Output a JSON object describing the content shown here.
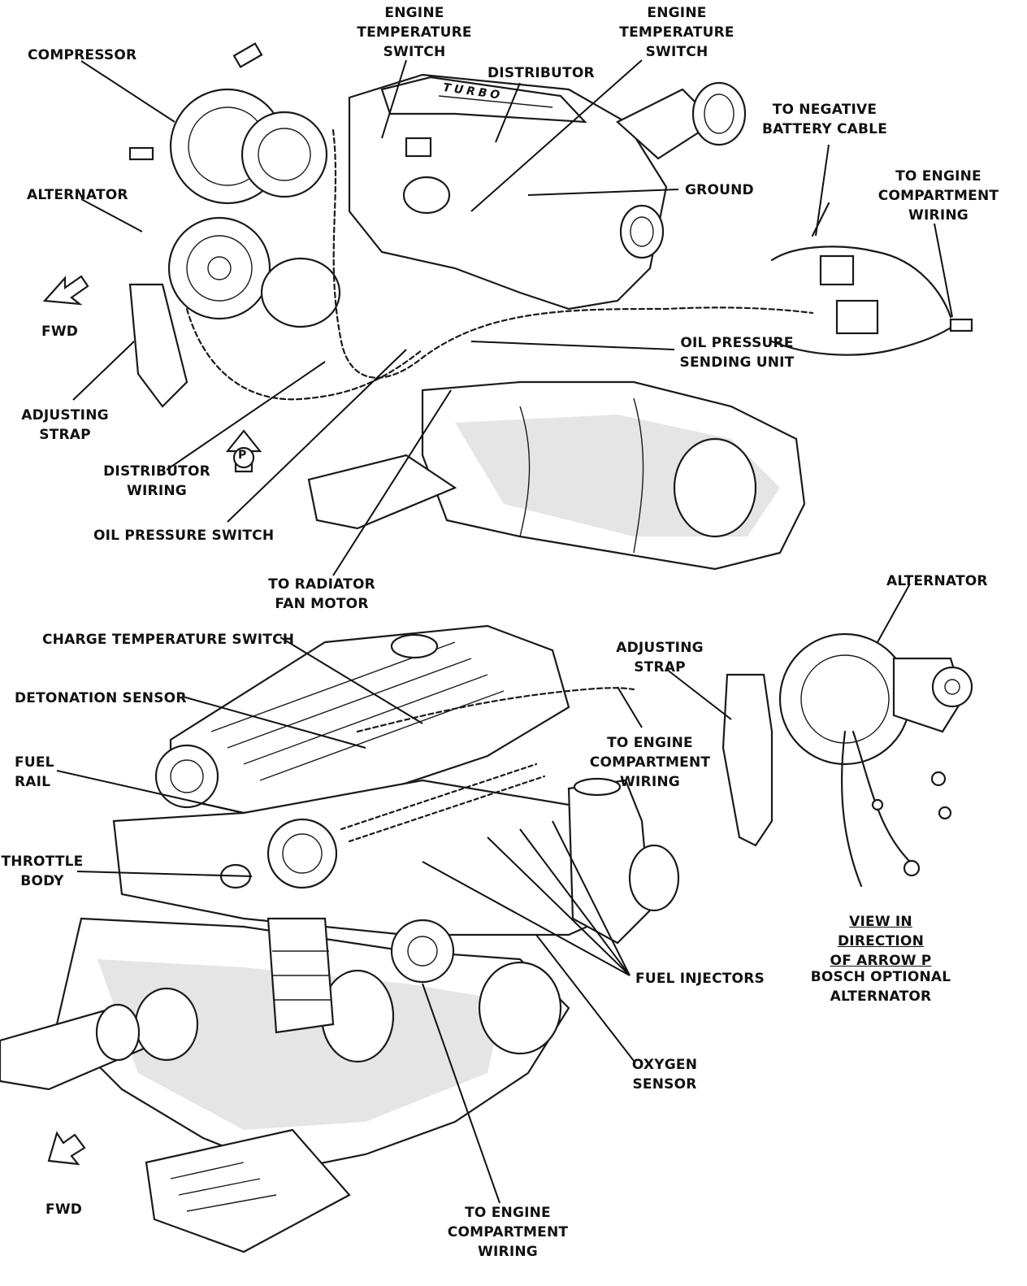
{
  "labels": {
    "engine_temp_switch_1": "ENGINE\nTEMPERATURE\nSWITCH",
    "engine_temp_switch_2": "ENGINE\nTEMPERATURE\nSWITCH",
    "compressor": "COMPRESSOR",
    "distributor": "DISTRIBUTOR",
    "to_negative_battery_cable": "TO NEGATIVE\nBATTERY CABLE",
    "ground": "GROUND",
    "to_engine_compartment_wiring_1": "TO ENGINE\nCOMPARTMENT\nWIRING",
    "alternator_top": "ALTERNATOR",
    "fwd_top": "FWD",
    "oil_pressure_sending_unit": "OIL PRESSURE\nSENDING UNIT",
    "adjusting_strap_top": "ADJUSTING\nSTRAP",
    "distributor_wiring": "DISTRIBUTOR\nWIRING",
    "oil_pressure_switch": "OIL PRESSURE SWITCH",
    "to_radiator_fan_motor": "TO RADIATOR\nFAN MOTOR",
    "alternator_right": "ALTERNATOR",
    "adjusting_strap_right": "ADJUSTING\nSTRAP",
    "charge_temperature_switch": "CHARGE TEMPERATURE SWITCH",
    "detonation_sensor": "DETONATION SENSOR",
    "to_engine_compartment_wiring_2": "TO ENGINE\nCOMPARTMENT\nWIRING",
    "fuel_rail": "FUEL\nRAIL",
    "throttle_body": "THROTTLE\nBODY",
    "view_in_direction": "VIEW IN\nDIRECTION\nOF ARROW P",
    "bosch_optional_alternator": "BOSCH OPTIONAL\nALTERNATOR",
    "fuel_injectors": "FUEL INJECTORS",
    "oxygen_sensor": "OXYGEN\nSENSOR",
    "fwd_bottom": "FWD",
    "to_engine_compartment_wiring_3": "TO ENGINE\nCOMPARTMENT\nWIRING",
    "arrow_p_letter": "P",
    "turbo_lettering": "TURBO"
  }
}
